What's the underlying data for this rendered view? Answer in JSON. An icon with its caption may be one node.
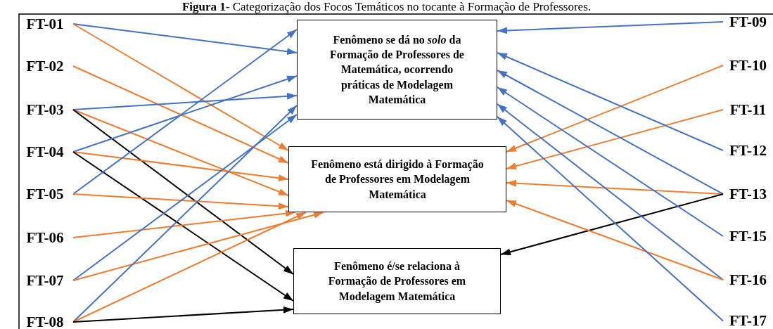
{
  "diagram": {
    "title": "**Figura 1-** Categorização dos Focos Temáticos no tocante à Formação de Professores.",
    "nodes": [
      {
        "text": [
          "FT-01"
        ]
      },
      {
        "text": [
          "FT-02"
        ]
      },
      {
        "text": [
          "FT-03"
        ]
      },
      {
        "text": [
          "FT-04"
        ]
      },
      {
        "text": [
          "FT-05"
        ]
      },
      {
        "text": [
          "FT-06"
        ]
      },
      {
        "text": [
          "FT-07"
        ]
      },
      {
        "text": [
          "FT-08"
        ]
      },
      {
        "text": [
          "Fenômeno se dá no *solo* da Formação de Professores de Matemática, ocorrendo práticas de Modelagem Matemática"
        ]
      },
      {
        "text": [
          "Fenômeno está dirigido à Formação de Professores em Modelagem Matemática"
        ]
      },
      {
        "text": [
          "Fenômeno é/se relaciona à Formação de Professores em Modelagem Matemática"
        ]
      },
      {
        "text": [
          "FT-09"
        ]
      },
      {
        "text": [
          "FT-10"
        ]
      },
      {
        "text": [
          "FT-11"
        ]
      },
      {
        "text": [
          "FT-12"
        ]
      },
      {
        "text": [
          "FT-13"
        ]
      },
      {
        "text": [
          "FT-15"
        ]
      },
      {
        "text": [
          "FT-16"
        ]
      },
      {
        "text": [
          "FT-17"
        ]
      }
    ],
    "edges": [
      {
        "from": 0,
        "to": 8,
        "arrow": "to",
        "color": "#4472c4"
      },
      {
        "from": 0,
        "to": 9,
        "arrow": "to",
        "color": "#ed7d31"
      },
      {
        "from": 1,
        "to": 9,
        "arrow": "to",
        "color": "#ed7d31"
      },
      {
        "from": 2,
        "to": 8,
        "arrow": "to",
        "color": "#4472c4"
      },
      {
        "from": 2,
        "to": 9,
        "arrow": "to",
        "color": "#ed7d31"
      },
      {
        "from": 2,
        "to": 10,
        "arrow": "to",
        "color": "#000000"
      },
      {
        "from": 3,
        "to": 8,
        "arrow": "to",
        "color": "#4472c4"
      },
      {
        "from": 3,
        "to": 9,
        "arrow": "to",
        "color": "#ed7d31"
      },
      {
        "from": 3,
        "to": 10,
        "arrow": "to",
        "color": "#000000"
      },
      {
        "from": 4,
        "to": 8,
        "arrow": "to",
        "color": "#4472c4"
      },
      {
        "from": 4,
        "to": 9,
        "arrow": "to",
        "color": "#ed7d31"
      },
      {
        "from": 5,
        "to": 9,
        "arrow": "to",
        "color": "#ed7d31"
      },
      {
        "from": 6,
        "to": 8,
        "arrow": "to",
        "color": "#4472c4"
      },
      {
        "from": 6,
        "to": 9,
        "arrow": "to",
        "color": "#ed7d31"
      },
      {
        "from": 7,
        "to": 8,
        "arrow": "to",
        "color": "#4472c4"
      },
      {
        "from": 7,
        "to": 9,
        "arrow": "to",
        "color": "#ed7d31"
      },
      {
        "from": 7,
        "to": 10,
        "arrow": "to",
        "color": "#000000"
      },
      {
        "from": 11,
        "to": 8,
        "arrow": "to",
        "color": "#4472c4"
      },
      {
        "from": 12,
        "to": 9,
        "arrow": "to",
        "color": "#ed7d31"
      },
      {
        "from": 13,
        "to": 9,
        "arrow": "to",
        "color": "#ed7d31"
      },
      {
        "from": 14,
        "to": 8,
        "arrow": "to",
        "color": "#4472c4"
      },
      {
        "from": 15,
        "to": 8,
        "arrow": "to",
        "color": "#4472c4"
      },
      {
        "from": 15,
        "to": 9,
        "arrow": "to",
        "color": "#ed7d31"
      },
      {
        "from": 15,
        "to": 10,
        "arrow": "to",
        "color": "#000000"
      },
      {
        "from": 16,
        "to": 8,
        "arrow": "to",
        "color": "#4472c4"
      },
      {
        "from": 17,
        "to": 8,
        "arrow": "to",
        "color": "#4472c4"
      },
      {
        "from": 17,
        "to": 9,
        "arrow": "to",
        "color": "#ed7d31"
      },
      {
        "from": 18,
        "to": 8,
        "arrow": "to",
        "color": "#4472c4"
      }
    ]
  }
}
